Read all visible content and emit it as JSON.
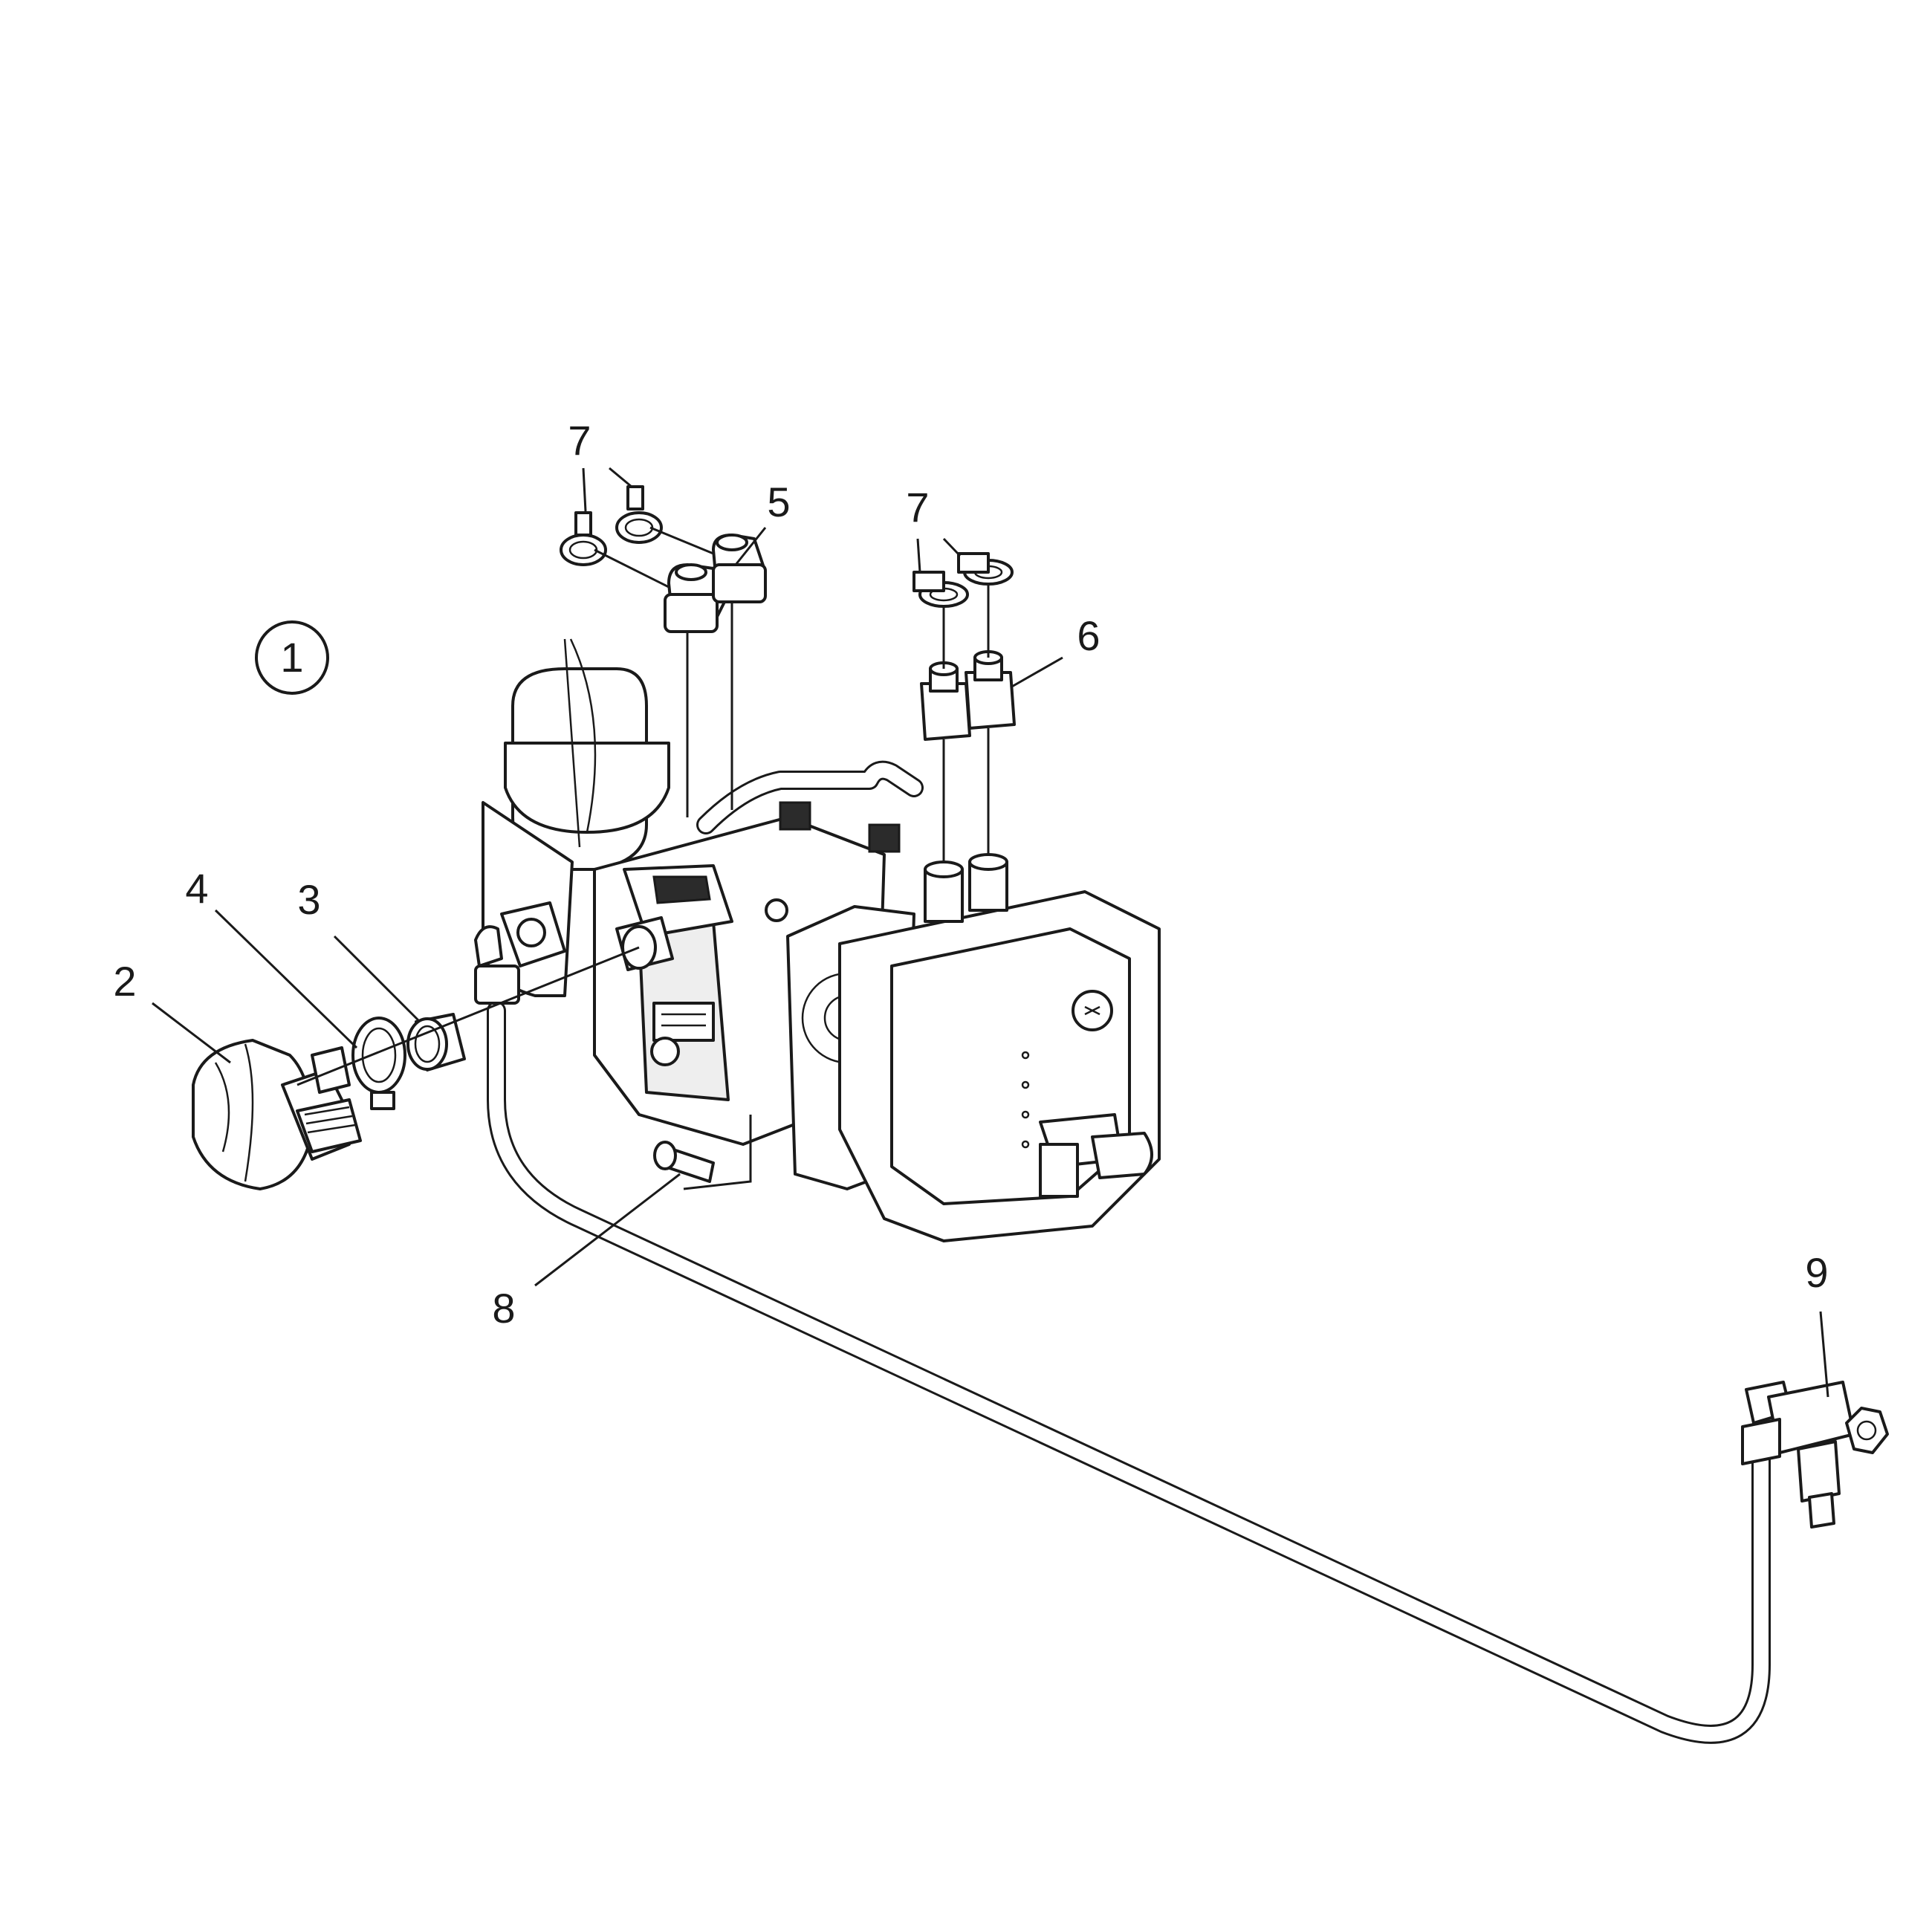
{
  "assembly_badge": "1",
  "callouts": {
    "c1": "2",
    "c2": "3",
    "c3": "4",
    "c4": "5",
    "c5": "6",
    "c6": "7",
    "c7": "7",
    "c8": "8",
    "c9": "9"
  }
}
